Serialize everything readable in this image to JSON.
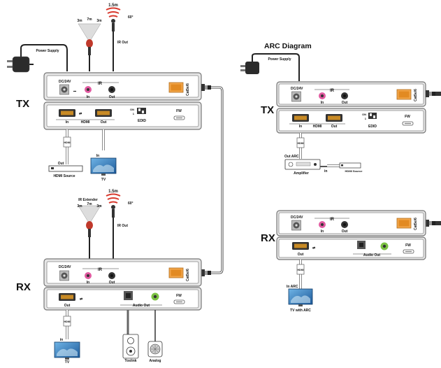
{
  "title": "ARC Diagram",
  "labels": {
    "tx": "TX",
    "rx": "RX",
    "power_supply": "Power Supply",
    "dc24v": "DC/24V",
    "ir": "IR",
    "in": "In",
    "out": "Out",
    "hdmi": "HDMI",
    "edid": "EDID",
    "fw": "FW",
    "cat6": "Cat5e/6",
    "audio_out": "Audio Out",
    "ir_out": "IR Out",
    "ir_extender": "IR Extender",
    "range_1_5m": "1.5m",
    "angle_60": "60°",
    "len_3m": "3m",
    "len_7m": "7m",
    "hdmi_source": "HDMI Source",
    "tv": "TV",
    "in_lower": "in",
    "toslink": "Toslink",
    "analog": "Analog",
    "out_arc": "Out ARC",
    "in_arc": "In ARC",
    "amplifier": "Amplifier",
    "tv_with_arc": "TV with ARC",
    "switch_on": "ON",
    "switch_one": "1"
  }
}
